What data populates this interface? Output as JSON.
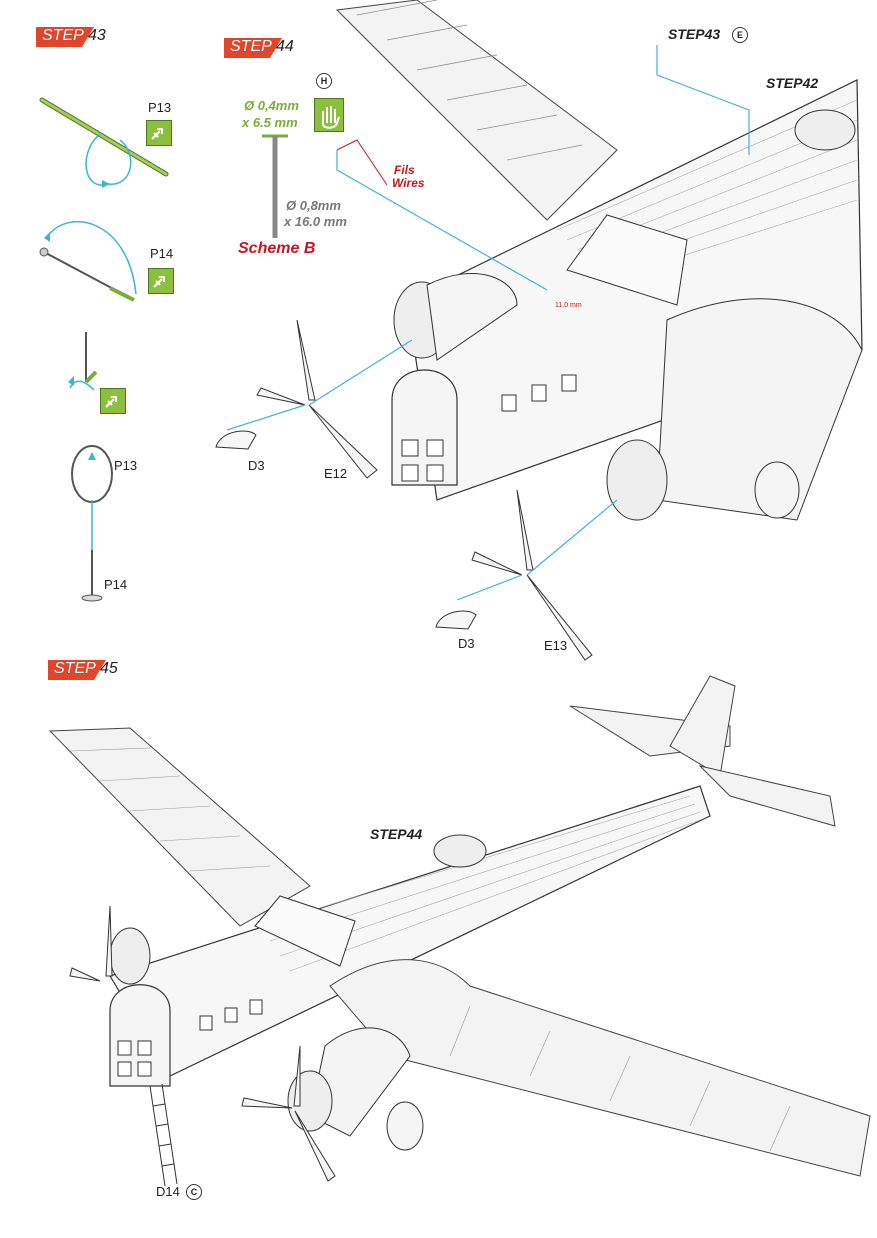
{
  "colors": {
    "accent_red": "#e0462b",
    "pe_green": "#8cbf3f",
    "guide_cyan": "#3fb3d6",
    "text_red": "#c4161c",
    "wire_gray": "#777777"
  },
  "step43": {
    "step_word": "STEP",
    "number": "43",
    "parts": [
      "P13",
      "P14",
      "P13",
      "P14"
    ]
  },
  "step44": {
    "step_word": "STEP",
    "number": "44",
    "badge": "H",
    "wire_spec_thin_1": "Ø 0,4mm",
    "wire_spec_thin_2": "x 6.5 mm",
    "wire_spec_thick_1": "Ø 0,8mm",
    "wire_spec_thick_2": "x 16.0 mm",
    "scheme_label": "Scheme B",
    "fils": "Fils",
    "wires": "Wires",
    "dimension": "11.0 mm",
    "ref_step43": "STEP43",
    "ref_step43_badge": "E",
    "ref_step42": "STEP42",
    "parts_left": [
      "D3",
      "E12"
    ],
    "parts_right": [
      "D3",
      "E13"
    ]
  },
  "step45": {
    "step_word": "STEP",
    "number": "45",
    "ref_step44": "STEP44",
    "part": "D14",
    "part_badge": "C"
  }
}
